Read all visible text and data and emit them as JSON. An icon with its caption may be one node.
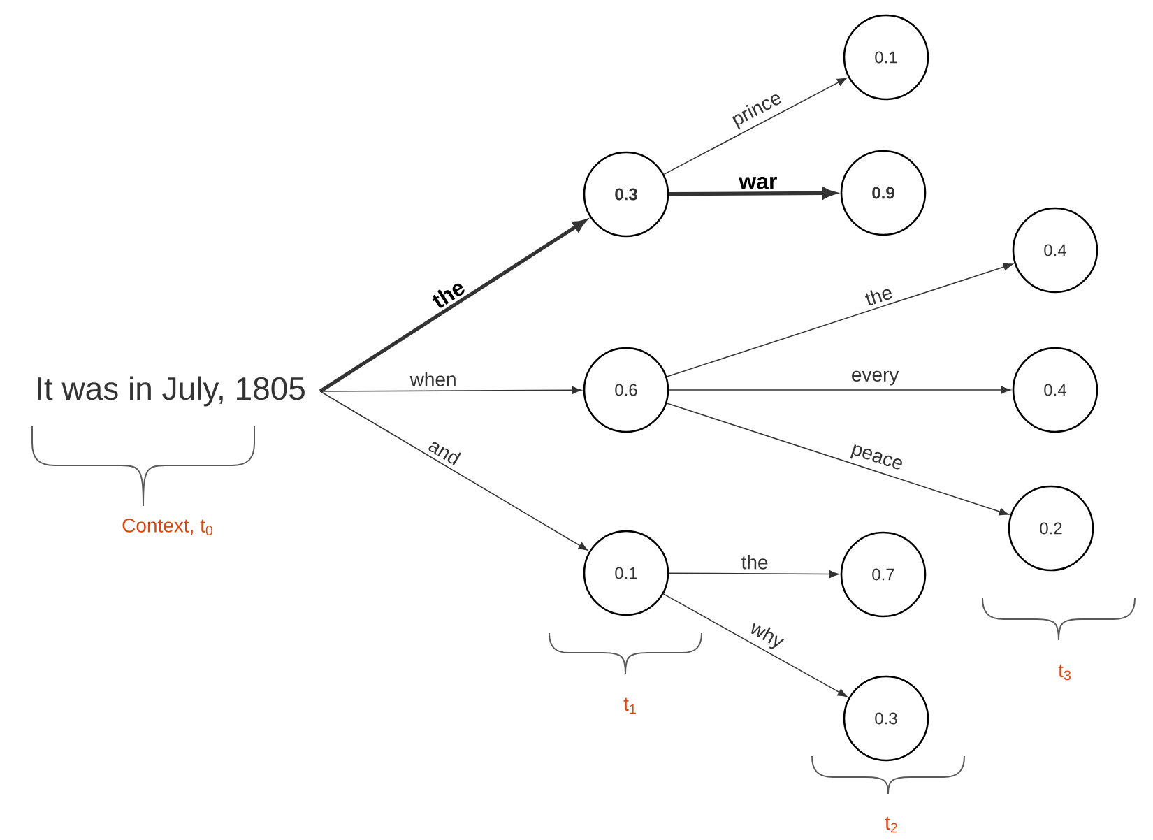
{
  "diagram": {
    "nodes": [
      {
        "text": [
          "It was in July, 1805"
        ]
      },
      {
        "text": [
          "0.3"
        ]
      },
      {
        "text": [
          "0.6"
        ]
      },
      {
        "text": [
          "0.1"
        ]
      },
      {
        "text": [
          "0.1"
        ]
      },
      {
        "text": [
          "0.9"
        ]
      },
      {
        "text": [
          "0.4"
        ]
      },
      {
        "text": [
          "0.4"
        ]
      },
      {
        "text": [
          "0.2"
        ]
      },
      {
        "text": [
          "0.7"
        ]
      },
      {
        "text": [
          "0.3"
        ]
      }
    ],
    "edges": [
      {
        "from": 0,
        "to": 1,
        "arrow": "to",
        "label": "the",
        "style": "thick"
      },
      {
        "from": 0,
        "to": 2,
        "arrow": "to",
        "label": "when"
      },
      {
        "from": 0,
        "to": 3,
        "arrow": "to",
        "label": "and"
      },
      {
        "from": 1,
        "to": 4,
        "arrow": "to",
        "label": "prince"
      },
      {
        "from": 1,
        "to": 5,
        "arrow": "to",
        "label": "war",
        "style": "thick"
      },
      {
        "from": 2,
        "to": 6,
        "arrow": "to",
        "label": "the"
      },
      {
        "from": 2,
        "to": 7,
        "arrow": "to",
        "label": "every"
      },
      {
        "from": 2,
        "to": 8,
        "arrow": "to",
        "label": "peace"
      },
      {
        "from": 3,
        "to": 9,
        "arrow": "to",
        "label": "the"
      },
      {
        "from": 3,
        "to": 10,
        "arrow": "to",
        "label": "why"
      }
    ],
    "labels": [
      "Context, t$_{0}$",
      "t$_{1}$",
      "t$_{2}$",
      "t$_{3}$"
    ]
  }
}
